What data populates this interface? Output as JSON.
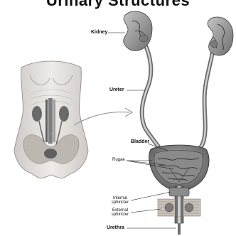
{
  "title": "Urinary Structures",
  "labels": {
    "kidney": "Kidney",
    "ureter": "Ureter",
    "bladder": "Bladder",
    "rugae": "Rugae",
    "internal_sphincter_line1": "Internal",
    "internal_sphincter_line2": "sphincter",
    "external_sphincter_line1": "External",
    "external_sphincter_line2": "sphincter",
    "urethra": "Urethra"
  },
  "colors": {
    "organ_fill": "#9a9a9a",
    "organ_dark": "#5a5a5a",
    "torso_skin": "#e6e3e0",
    "line": "#222222"
  }
}
